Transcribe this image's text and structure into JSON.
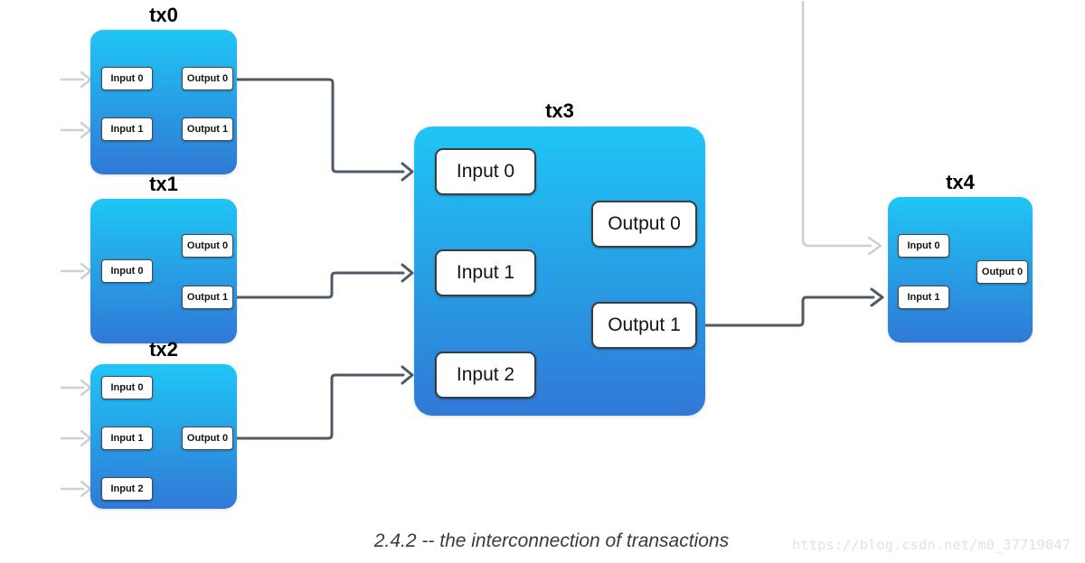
{
  "diagram": {
    "caption": "2.4.2 -- the interconnection of transactions",
    "watermark": "https://blog.csdn.net/m0_37719047",
    "colors": {
      "box_gradient_top": "#1fc6f5",
      "box_gradient_bottom": "#3079d6",
      "connector_dark": "#4e5b66",
      "connector_light": "#cdd0d0"
    },
    "nodes": {
      "tx0": {
        "title": "tx0",
        "inputs": [
          "Input 0",
          "Input 1"
        ],
        "outputs": [
          "Output 0",
          "Output 1"
        ]
      },
      "tx1": {
        "title": "tx1",
        "inputs": [
          "Input 0"
        ],
        "outputs": [
          "Output 0",
          "Output 1"
        ]
      },
      "tx2": {
        "title": "tx2",
        "inputs": [
          "Input 0",
          "Input 1",
          "Input 2"
        ],
        "outputs": [
          "Output 0"
        ]
      },
      "tx3": {
        "title": "tx3",
        "inputs": [
          "Input 0",
          "Input 1",
          "Input 2"
        ],
        "outputs": [
          "Output 0",
          "Output 1"
        ]
      },
      "tx4": {
        "title": "tx4",
        "inputs": [
          "Input 0",
          "Input 1"
        ],
        "outputs": [
          "Output 0"
        ]
      }
    },
    "edges": [
      {
        "from": "tx0.Output 0",
        "to": "tx3.Input 0",
        "style": "dark"
      },
      {
        "from": "tx1.Output 1",
        "to": "tx3.Input 1",
        "style": "dark"
      },
      {
        "from": "tx2.Output 0",
        "to": "tx3.Input 2",
        "style": "dark"
      },
      {
        "from": "tx3.Output 1",
        "to": "tx4.Input 1",
        "style": "dark"
      },
      {
        "from": "offscreen-top",
        "to": "tx4.Input 0",
        "style": "light"
      },
      {
        "from": "external",
        "to": "tx0.Input 0",
        "style": "light"
      },
      {
        "from": "external",
        "to": "tx0.Input 1",
        "style": "light"
      },
      {
        "from": "external",
        "to": "tx1.Input 0",
        "style": "light"
      },
      {
        "from": "external",
        "to": "tx2.Input 0",
        "style": "light"
      },
      {
        "from": "external",
        "to": "tx2.Input 1",
        "style": "light"
      },
      {
        "from": "external",
        "to": "tx2.Input 2",
        "style": "light"
      }
    ]
  }
}
